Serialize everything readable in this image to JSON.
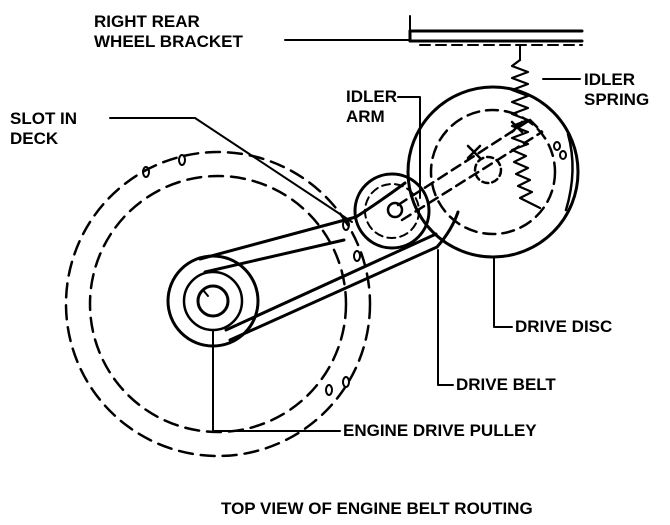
{
  "labels": {
    "bracket": [
      "RIGHT REAR",
      "WHEEL BRACKET"
    ],
    "slot": [
      "SLOT IN",
      "DECK"
    ],
    "idler_arm": [
      "IDLER",
      "ARM"
    ],
    "idler_spring": [
      "IDLER",
      "SPRING"
    ],
    "drive_disc": "DRIVE DISC",
    "drive_belt": "DRIVE BELT",
    "engine_pulley": "ENGINE DRIVE PULLEY"
  },
  "caption": "TOP VIEW OF ENGINE BELT ROUTING",
  "colors": {
    "ink": "#000000",
    "paper": "#ffffff"
  }
}
